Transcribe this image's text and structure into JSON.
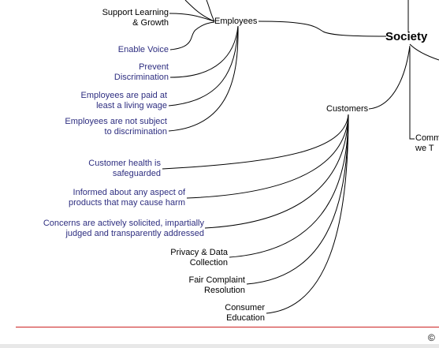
{
  "nodes": {
    "society": "Society",
    "employees": "Employees",
    "customers": "Customers",
    "communities_partial": "Comm\nwe T"
  },
  "employee_leaves": [
    {
      "text": "Support Learning\n& Growth",
      "color": "black"
    },
    {
      "text": "Enable Voice",
      "color": "blue"
    },
    {
      "text": "Prevent\nDiscrimination",
      "color": "blue"
    },
    {
      "text": "Employees are paid at\nleast a living wage",
      "color": "blue"
    },
    {
      "text": "Employees are not subject\nto discrimination",
      "color": "blue"
    }
  ],
  "customer_leaves": [
    {
      "text": "Customer health is\nsafeguarded",
      "color": "blue"
    },
    {
      "text": "Informed about any aspect of\nproducts that may cause harm",
      "color": "blue"
    },
    {
      "text": "Concerns are actively solicited, impartially\njudged and transparently addressed",
      "color": "blue"
    },
    {
      "text": "Privacy & Data\nCollection",
      "color": "black"
    },
    {
      "text": "Fair Complaint\nResolution",
      "color": "black"
    },
    {
      "text": "Consumer\nEducation",
      "color": "black"
    }
  ],
  "footer": {
    "copyright_symbol": "©"
  },
  "colors": {
    "blue_text": "#2e2e80",
    "black_text": "#000000",
    "line": "#000000",
    "rule": "#cc2222"
  }
}
